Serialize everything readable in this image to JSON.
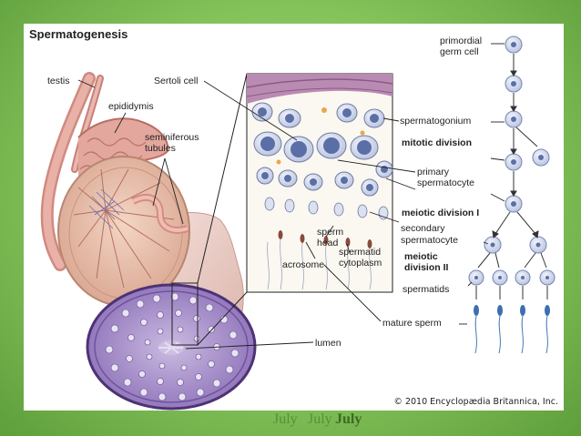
{
  "title": "Spermatogenesis",
  "copyright": "© 2010 Encyclopædia Britannica, Inc.",
  "labels": {
    "testis": "testis",
    "epididymis": "epididymis",
    "seminiferous_1": "seminiferous",
    "seminiferous_2": "tubules",
    "sertoli": "Sertoli cell",
    "spermatogonium": "spermatogonium",
    "mitotic": "mitotic division",
    "primary_1": "primary",
    "primary_2": "spermatocyte",
    "meiotic1": "meiotic division I",
    "secondary_1": "secondary",
    "secondary_2": "spermatocyte",
    "meiotic2_1": "meiotic",
    "meiotic2_2": "division II",
    "spermatids": "spermatids",
    "mature": "mature sperm",
    "sperm_head_1": "sperm",
    "sperm_head_2": "head",
    "spermatid_cyto_1": "spermatid",
    "spermatid_cyto_2": "cytoplasm",
    "acrosome": "acrosome",
    "lumen": "lumen",
    "primordial_1": "primordial",
    "primordial_2": "germ cell"
  },
  "footer_words": [
    "July",
    "July",
    "July"
  ],
  "colors": {
    "tubule": "#e8b3a8",
    "tubule_dark": "#c98076",
    "cross_section": "#9d86c4",
    "cross_rim": "#5b3b86",
    "cell": "#cfd6e8",
    "nucleus": "#5e74ac",
    "sperm": "#3c6fb0"
  }
}
